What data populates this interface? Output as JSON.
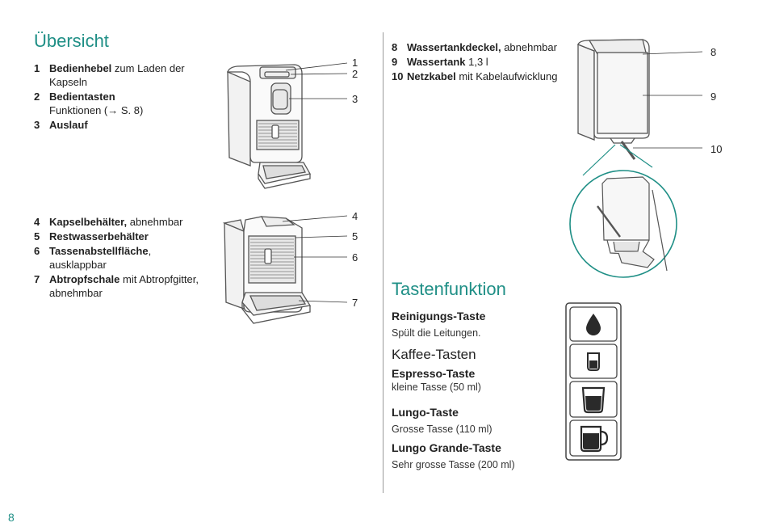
{
  "page": {
    "number": "8",
    "accent_color": "#1f8f86"
  },
  "overview": {
    "title": "Übersicht",
    "group1": [
      {
        "num": "1",
        "bold": "Bedienhebel",
        "rest": " zum Laden der Kapseln"
      },
      {
        "num": "2",
        "bold": "Bedientasten",
        "rest": "Funktionen (→ S. 8)"
      },
      {
        "num": "3",
        "bold": "Auslauf",
        "rest": ""
      }
    ],
    "group2": [
      {
        "num": "4",
        "bold": "Kapselbehälter,",
        "rest": " abnehmbar"
      },
      {
        "num": "5",
        "bold": "Restwasserbehälter",
        "rest": ""
      },
      {
        "num": "6",
        "bold": "Tassenabstellfläche",
        "rest": ", ausklappbar"
      },
      {
        "num": "7",
        "bold": "Abtropfschale",
        "rest": " mit Abtropfgitter, abnehmbar"
      }
    ],
    "group3": [
      {
        "num": "8",
        "bold": "Wassertankdeckel,",
        "rest": " abnehmbar"
      },
      {
        "num": "9",
        "bold": "Wassertank",
        "rest": " 1,3 l"
      },
      {
        "num": "10",
        "bold": "Netzkabel",
        "rest": " mit Kabelaufwicklung"
      }
    ],
    "callouts": {
      "c1": "1",
      "c2": "2",
      "c3": "3",
      "c4": "4",
      "c5": "5",
      "c6": "6",
      "c7": "7",
      "c8": "8",
      "c9": "9",
      "c10": "10"
    }
  },
  "buttons_section": {
    "title": "Tastenfunktion",
    "cleaning": {
      "heading": "Reinigungs-Taste",
      "text": "Spült die Leitungen."
    },
    "coffee_heading": "Kaffee-Tasten",
    "espresso": {
      "heading": "Espresso-Taste",
      "text": "kleine Tasse (50 ml)"
    },
    "lungo": {
      "heading": "Lungo-Taste",
      "text": "Grosse Tasse (110 ml)"
    },
    "lungo_grande": {
      "heading": "Lungo Grande-Taste",
      "text": "Sehr grosse Tasse (200 ml)"
    },
    "icons": [
      "water-drop-icon",
      "small-cup-icon",
      "large-cup-icon",
      "mug-icon"
    ]
  }
}
